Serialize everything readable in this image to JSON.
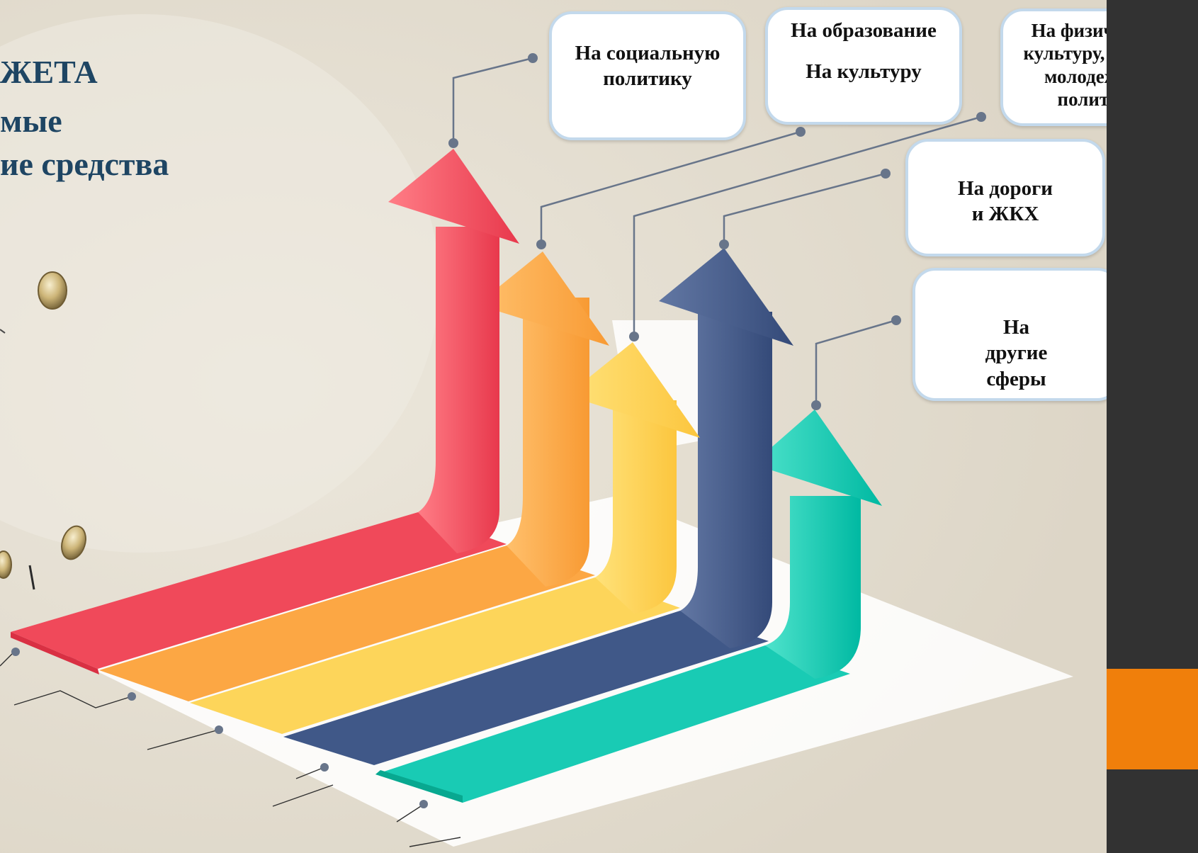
{
  "title": {
    "line1": "ЖЕТА",
    "line2": "мые",
    "line3": "ие средства"
  },
  "labels": {
    "social": "На социальную политику",
    "education": "На образование",
    "culture": "На культуру",
    "sport": "На физическую культуру, спорт и молодежную политику",
    "roads": "На дороги и ЖКХ",
    "other": "На другие сферы"
  },
  "colors": {
    "red": "#f0495a",
    "orange": "#fca744",
    "yellow": "#fdd55a",
    "navy": "#405888",
    "teal": "#19cbb4",
    "panel": "#323232",
    "accent": "#f07f0b",
    "title": "#1e4563"
  }
}
